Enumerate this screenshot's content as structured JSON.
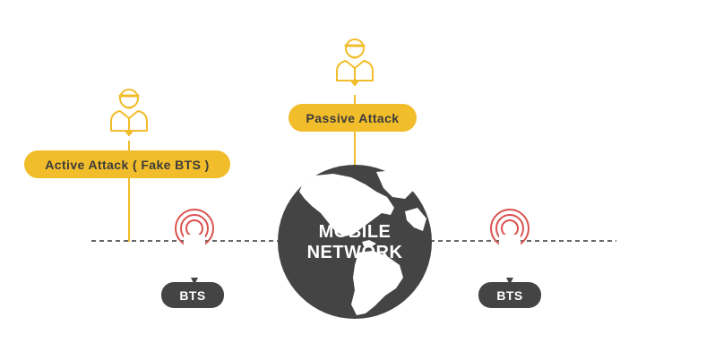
{
  "labels": {
    "active_attack": "Active Attack ( Fake BTS )",
    "passive_attack": "Passive Attack",
    "globe_line1": "MOBILE",
    "globe_line2": "NETWORK",
    "bts_left": "BTS",
    "bts_right": "BTS"
  },
  "icons": {
    "attacker": "masked-attacker-icon",
    "tower": "radio-tower-icon",
    "globe": "globe-icon"
  },
  "colors": {
    "accent": "#f2bd2b",
    "dark": "#444444",
    "signal": "#d9534f",
    "line": "#666666"
  }
}
